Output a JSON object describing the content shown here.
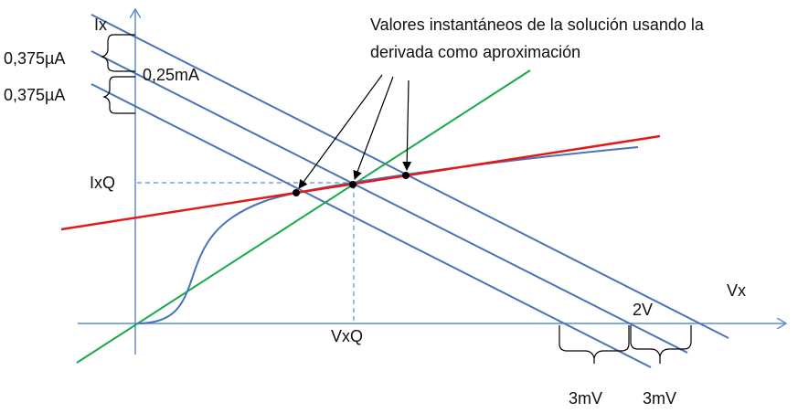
{
  "labels": {
    "y_axis": "Ix",
    "x_axis": "Vx",
    "iq": "IxQ",
    "vq": "VxQ",
    "delta_top": "0,375µA",
    "delta_mid": "0,25mA",
    "delta_bottom": "0,375µA",
    "annotation_line1": "Valores instantáneos de la solución usando la",
    "annotation_line2": "derivada como aproximación",
    "v2": "2V",
    "dv_left": "3mV",
    "dv_right": "3mV"
  },
  "colors": {
    "axis": "#5b8fd0",
    "load_lines": "#4a74b8",
    "tangent": "#e01b1b",
    "green_line": "#1aa84a",
    "curve": "#4a74b8",
    "points": "#000000",
    "text": "#111111"
  }
}
